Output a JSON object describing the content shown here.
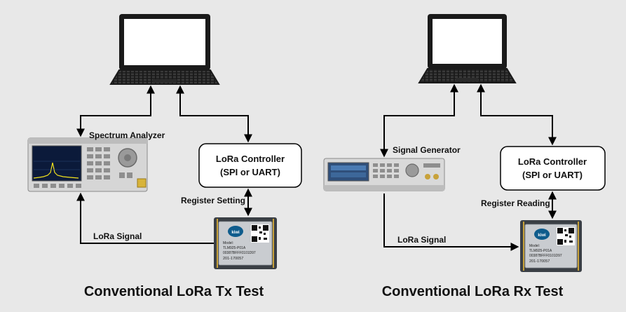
{
  "diagram": {
    "tx": {
      "title": "Conventional LoRa Tx Test",
      "instrument_label": "Spectrum Analyzer",
      "controller_line1": "LoRa Controller",
      "controller_line2": "(SPI or UART)",
      "register_label": "Register Setting",
      "signal_label": "LoRa Signal"
    },
    "rx": {
      "title": "Conventional LoRa Rx Test",
      "instrument_label": "Signal Generator",
      "controller_line1": "LoRa Controller",
      "controller_line2": "(SPI or UART)",
      "register_label": "Register Reading",
      "signal_label": "LoRa Signal"
    },
    "chip": {
      "brand": "kiwi",
      "model_label": "Model:",
      "model": "TLM925-P01A",
      "id": "00387BFFF0101D97",
      "serial": "201-170057"
    },
    "colors": {
      "background": "#e8e8e8",
      "laptop_body": "#1a1a1a",
      "screen": "#ffffff",
      "line": "#000000",
      "chip_shield": "#c9ccd0"
    },
    "icons": [
      "laptop-icon",
      "spectrum-analyzer-icon",
      "signal-generator-icon",
      "lora-module-icon",
      "qr-code-icon"
    ]
  }
}
